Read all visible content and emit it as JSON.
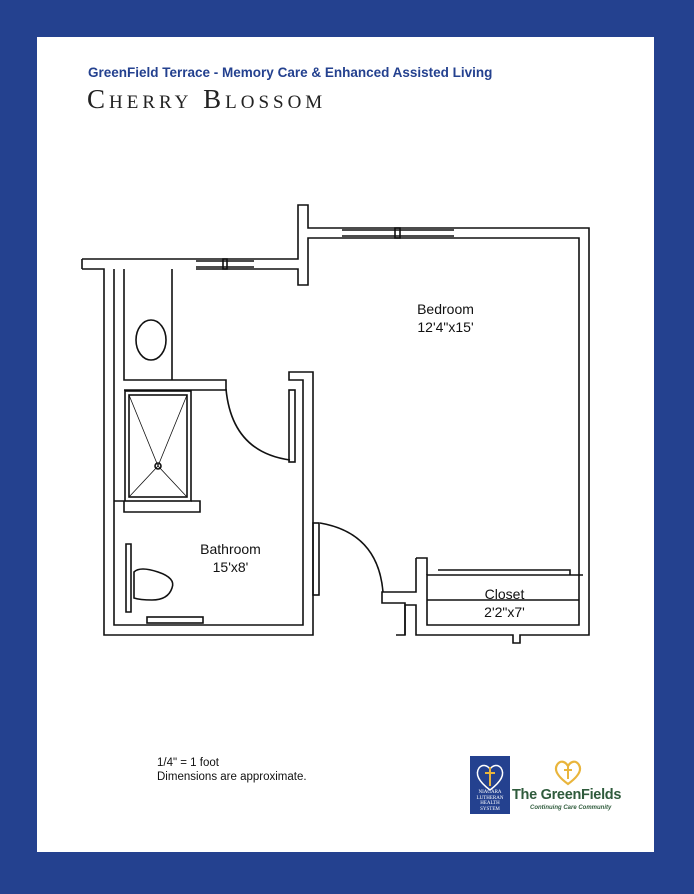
{
  "header": {
    "subtitle": "GreenField Terrace - Memory Care & Enhanced Assisted Living",
    "title": "Cherry Blossom"
  },
  "rooms": {
    "bedroom": {
      "name": "Bedroom",
      "size": "12'4\"x15'"
    },
    "bathroom": {
      "name": "Bathroom",
      "size": "15'x8'"
    },
    "closet": {
      "name": "Closet",
      "size": "2'2\"x7'"
    }
  },
  "notes": {
    "scale": "1/4\" = 1 foot",
    "disclaimer": "Dimensions are approximate."
  },
  "logos": {
    "niagara_lutheran": "NIAGARA LUTHERAN HEALTH SYSTEM",
    "greenfields_name": "The GreenFields",
    "greenfields_tagline": "Continuing Care Community"
  },
  "colors": {
    "frame": "#24418f",
    "greenfields_green": "#2f5b3c",
    "greenfields_gold": "#e9b53c"
  }
}
